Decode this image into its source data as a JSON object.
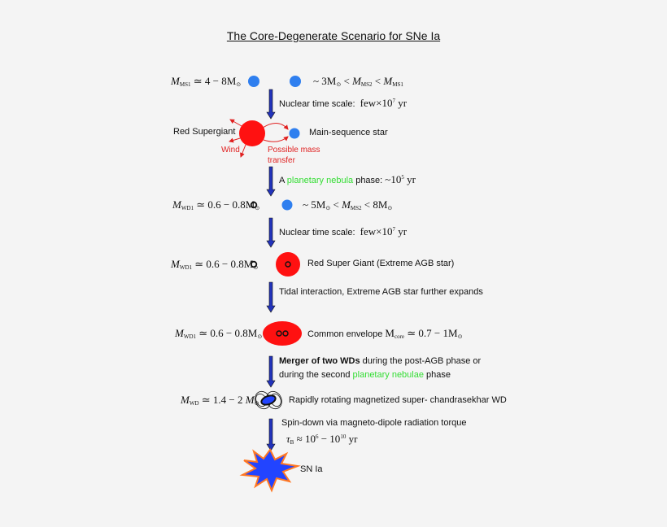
{
  "title": "The Core-Degenerate Scenario for SNe Ia",
  "colors": {
    "arrow": "#2233bb",
    "star_blue": "#2f7fef",
    "giant_red": "#ff1111",
    "annotation_red": "#e02020",
    "nebula_green": "#33dd33",
    "supernova_fill": "#2244ff",
    "supernova_edge": "#ff7722"
  },
  "rows": {
    "r1": {
      "left_var": "M",
      "left_sub": "MS1",
      "left_rel": " ≃ 4 − 8M",
      "right_pre": "~ 3M",
      "right_mid": " < ",
      "right_var1": "M",
      "right_sub1": "MS2",
      "right_var2": "M",
      "right_sub2": "MS1"
    },
    "s1": {
      "text": "Nuclear time scale:",
      "math": "few×10",
      "exp": "7",
      "unit": " yr"
    },
    "r2": {
      "left": "Red Supergiant",
      "right": "Main-sequence star",
      "wind": "Wind",
      "transfer1": "Possible mass",
      "transfer2": "transfer"
    },
    "s2": {
      "pre": "A ",
      "green": "planetary nebula",
      "post": " phase:",
      "math": "~10",
      "exp": "5",
      "unit": " yr"
    },
    "r3": {
      "left_var": "M",
      "left_sub": "WD1",
      "left_rel": " ≃ 0.6 − 0.8M",
      "right_pre": "~ 5M",
      "right_var": "M",
      "right_sub": "MS2",
      "right_post": " < 8M"
    },
    "s3": {
      "text": "Nuclear time scale:",
      "math": "few×10",
      "exp": "7",
      "unit": " yr"
    },
    "r4": {
      "left_var": "M",
      "left_sub": "WD1",
      "left_rel": " ≃ 0.6 − 0.8M",
      "right": "Red Super Giant (Extreme AGB star)"
    },
    "s4": {
      "text": "Tidal interaction, Extreme AGB star further expands"
    },
    "r5": {
      "left_var": "M",
      "left_sub": "WD1",
      "left_rel": " ≃ 0.6 − 0.8M",
      "right": "Common envelope",
      "core_var": "M",
      "core_sub": "core",
      "core_rel": " ≃ 0.7 − 1M"
    },
    "s5": {
      "bold": "Merger of two WDs",
      "line1_post": " during the post-AGB phase or",
      "line2_pre": "during the second ",
      "green": "planetary nebulae",
      "line2_post": " phase"
    },
    "r6": {
      "left_var": "M",
      "left_sub": "WD",
      "left_rel": " ≃ 1.4 − 2",
      "left_var2": "M",
      "right": "Rapidly rotating magnetized super- chandrasekhar WD"
    },
    "s6": {
      "text": "Spin-down via magneto-dipole radiation torque",
      "tau": "τ",
      "tau_sub": "B",
      "rel": " ≈ 10",
      "exp1": "6",
      "dash": " − 10",
      "exp2": "10",
      "unit": " yr"
    },
    "r7": {
      "label": "SN Ia"
    }
  },
  "sun_symbol": "⊙"
}
